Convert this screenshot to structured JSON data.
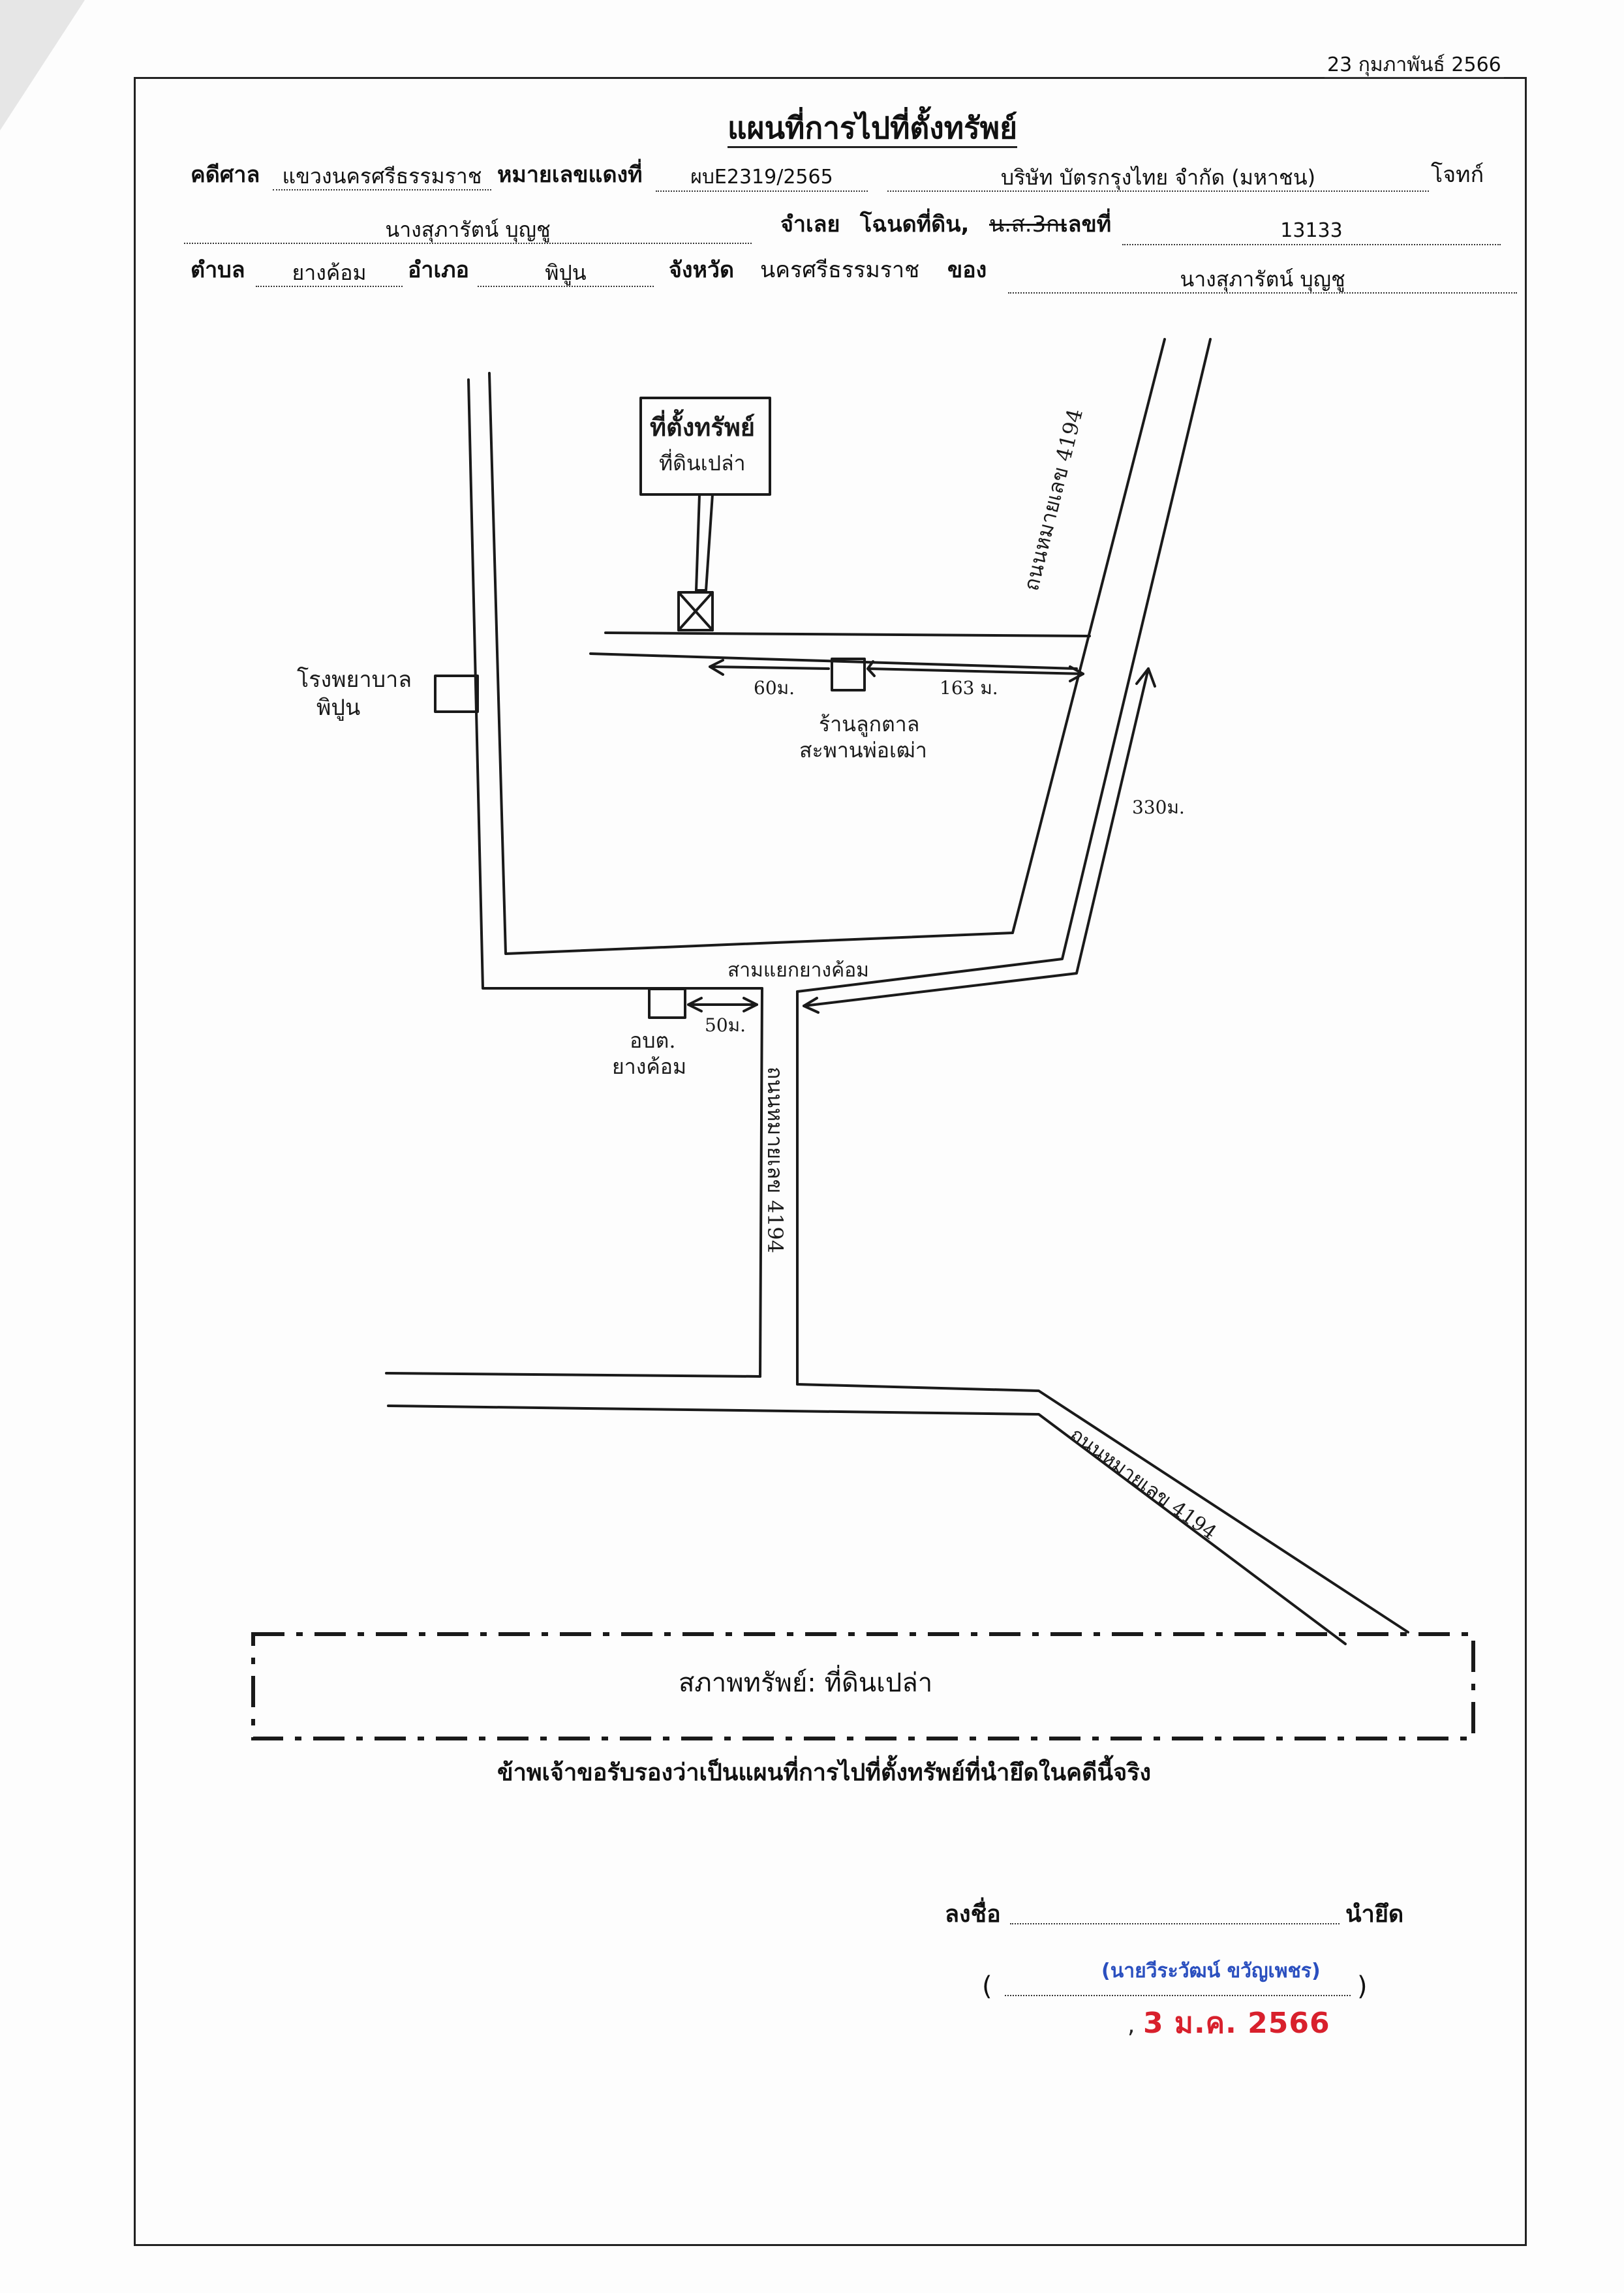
{
  "document": {
    "date_top": "23 กุมภาพันธ์ 2566",
    "title": "แผนที่การไปที่ตั้งทรัพย์"
  },
  "header": {
    "court_label": "คดีศาล",
    "court_value": "แขวงนครศรีธรรมราช",
    "case_no_label": "หมายเลขแดงที่",
    "case_no_value": "ผบE2319/2565",
    "plaintiff_value": "บริษัท บัตรกรุงไทย จำกัด (มหาชน)",
    "plaintiff_label": "โจทก์",
    "defendant_value": "นางสุภารัตน์ บุญชู",
    "defendant_label": "จำเลย",
    "deed_label": "โฉนดที่ดิน,",
    "deed_type": "น.ส.3ก.",
    "deed_no_label": "เลขที่",
    "deed_no_value": "13133",
    "subdistrict_label": "ตำบล",
    "subdistrict_value": "ยางค้อม",
    "district_label": "อำเภอ",
    "district_value": "พิปูน",
    "province_label": "จังหวัด",
    "province_value": "นครศรีธรรมราช",
    "owner_label": "ของ",
    "owner_value": "นางสุภารัตน์ บุญชู"
  },
  "map": {
    "property_box_line1": "ที่ตั้งทรัพย์",
    "property_box_line2": "ที่ดินเปล่า",
    "hospital_line1": "โรงพยาบาล",
    "hospital_line2": "พิปูน",
    "shop_line1": "ร้านลูกตาล",
    "shop_line2": "สะพานพ่อเฒ่า",
    "dist_60": "60ม.",
    "dist_163": "163 ม.",
    "dist_330": "330ม.",
    "dist_50": "50ม.",
    "intersection": "สามแยกยางค้อม",
    "tambon_office_line1": "อบต.",
    "tambon_office_line2": "ยางค้อม",
    "road_north": "ถนนหมายเลข 4194",
    "road_south": "ถนนหมายเลข 4194",
    "road_southeast": "ถนนหมายเลข 4194"
  },
  "footer": {
    "property_condition": "สภาพทรัพย์:  ที่ดินเปล่า",
    "certify_text": "ข้าพเจ้าขอรับรองว่าเป็นแผนที่การไปที่ตั้งทรัพย์ที่นำยึดในคดีนี้จริง",
    "sign_label": "ลงชื่อ",
    "seizer_label": "นำยึด",
    "paren_open": "(",
    "paren_close": ")",
    "signer_name": "(นายวีระวัฒน์ ขวัญเพชร)",
    "date_stamp": "3 ม.ค. 2566",
    "date_comma": ","
  },
  "colors": {
    "stamp_blue": "#2a4fbf",
    "stamp_red": "#d8202c",
    "ink": "#222222"
  }
}
